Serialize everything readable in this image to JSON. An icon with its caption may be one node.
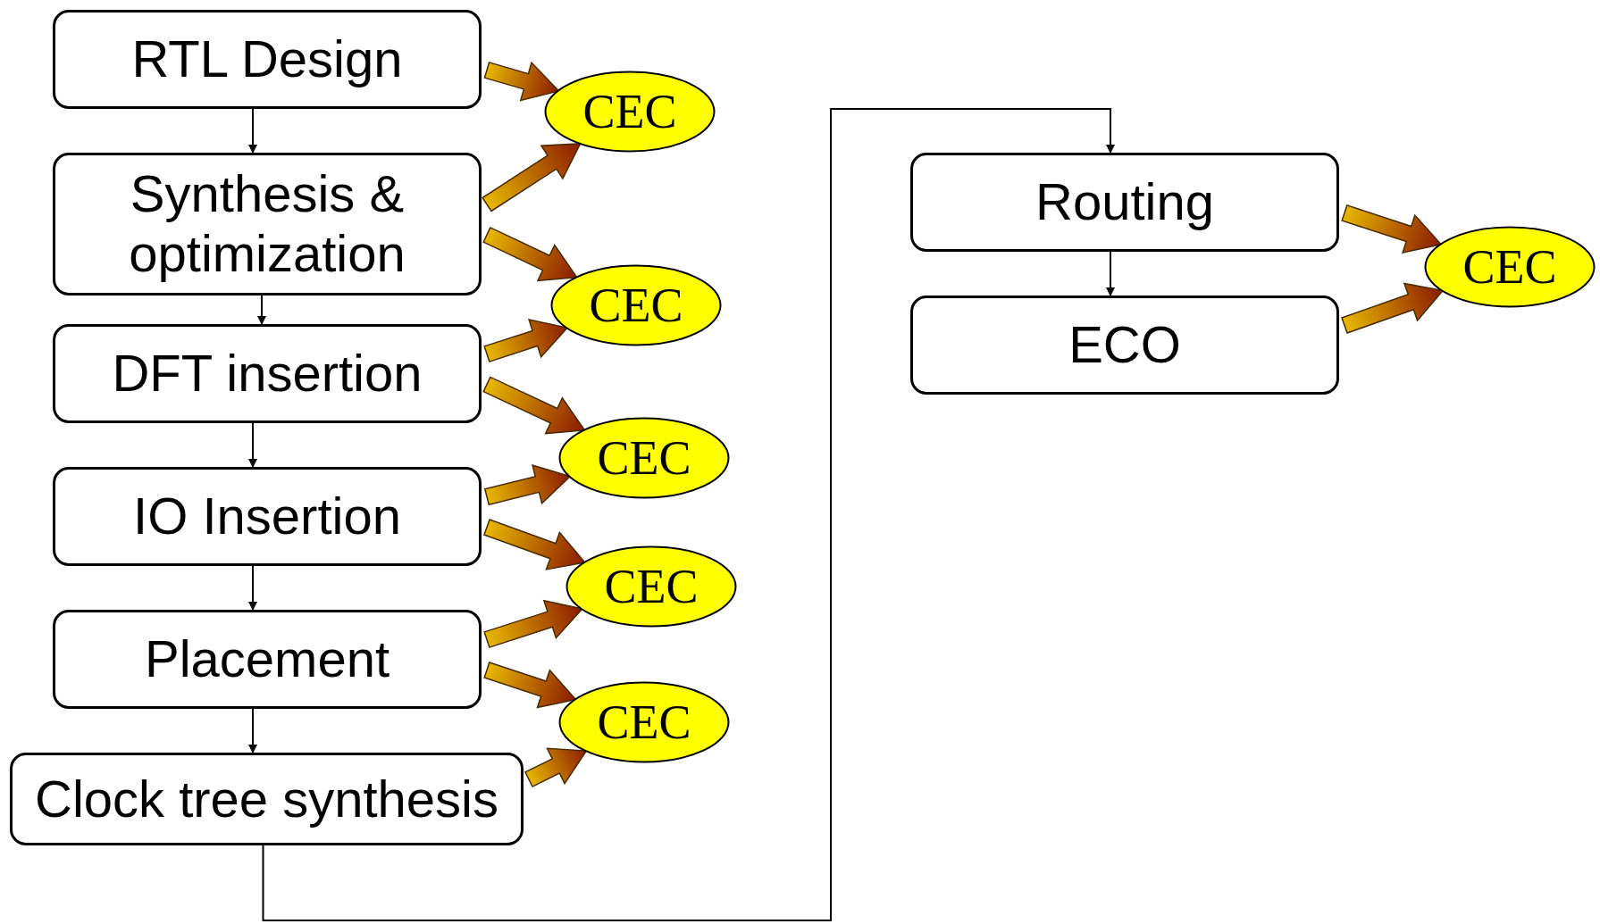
{
  "diagram": {
    "nodes": [
      {
        "text": [
          "RTL Design"
        ]
      },
      {
        "text": [
          "Synthesis & optimization"
        ]
      },
      {
        "text": [
          "DFT insertion"
        ]
      },
      {
        "text": [
          "IO Insertion"
        ]
      },
      {
        "text": [
          "Placement"
        ]
      },
      {
        "text": [
          "Clock tree synthesis"
        ]
      },
      {
        "text": [
          "Routing"
        ]
      },
      {
        "text": [
          "ECO"
        ]
      },
      {
        "text": [
          "CEC"
        ]
      },
      {
        "text": [
          "CEC"
        ]
      },
      {
        "text": [
          "CEC"
        ]
      },
      {
        "text": [
          "CEC"
        ]
      },
      {
        "text": [
          "CEC"
        ]
      },
      {
        "text": [
          "CEC"
        ]
      }
    ],
    "edges": [
      {
        "from": 0,
        "to": 1,
        "arrow": "to"
      },
      {
        "from": 1,
        "to": 2,
        "arrow": "to"
      },
      {
        "from": 2,
        "to": 3,
        "arrow": "to"
      },
      {
        "from": 3,
        "to": 4,
        "arrow": "to"
      },
      {
        "from": 4,
        "to": 5,
        "arrow": "to"
      },
      {
        "from": 5,
        "to": 6,
        "arrow": "to"
      },
      {
        "from": 6,
        "to": 7,
        "arrow": "to"
      },
      {
        "from": 0,
        "to": 8,
        "arrow": "to",
        "style": "thick"
      },
      {
        "from": 1,
        "to": 8,
        "arrow": "to",
        "style": "thick"
      },
      {
        "from": 1,
        "to": 9,
        "arrow": "to",
        "style": "thick"
      },
      {
        "from": 2,
        "to": 9,
        "arrow": "to",
        "style": "thick"
      },
      {
        "from": 2,
        "to": 10,
        "arrow": "to",
        "style": "thick"
      },
      {
        "from": 3,
        "to": 10,
        "arrow": "to",
        "style": "thick"
      },
      {
        "from": 3,
        "to": 11,
        "arrow": "to",
        "style": "thick"
      },
      {
        "from": 4,
        "to": 11,
        "arrow": "to",
        "style": "thick"
      },
      {
        "from": 4,
        "to": 12,
        "arrow": "to",
        "style": "thick"
      },
      {
        "from": 5,
        "to": 12,
        "arrow": "to",
        "style": "thick"
      },
      {
        "from": 6,
        "to": 13,
        "arrow": "to",
        "style": "thick"
      },
      {
        "from": 7,
        "to": 13,
        "arrow": "to",
        "style": "thick"
      }
    ]
  }
}
